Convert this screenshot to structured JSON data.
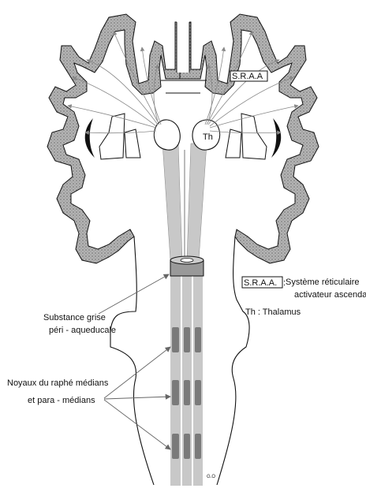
{
  "diagram": {
    "labels": {
      "sraa_tag": "S.R.A.A",
      "th_tag": "Th",
      "legend_sraa_abbrev": "S.R.A.A.",
      "legend_sraa_sep": ":",
      "legend_sraa_line1": "Système réticulaire",
      "legend_sraa_line2": "activateur ascendant",
      "legend_th": "Th : Thalamus",
      "pag_line1": "Substance grise",
      "pag_line2": "péri -  aqueducale",
      "raphe_line1": "Noyaux du raphé médians",
      "raphe_line2": "et para - médians",
      "signature": "G.O"
    },
    "colors": {
      "ink": "#111111",
      "cortex_fill": "#a9a9a9",
      "tract_fill": "#c8c8c8",
      "nucleus_fill": "#7a7a7a",
      "arrow_grey": "#888888"
    }
  }
}
